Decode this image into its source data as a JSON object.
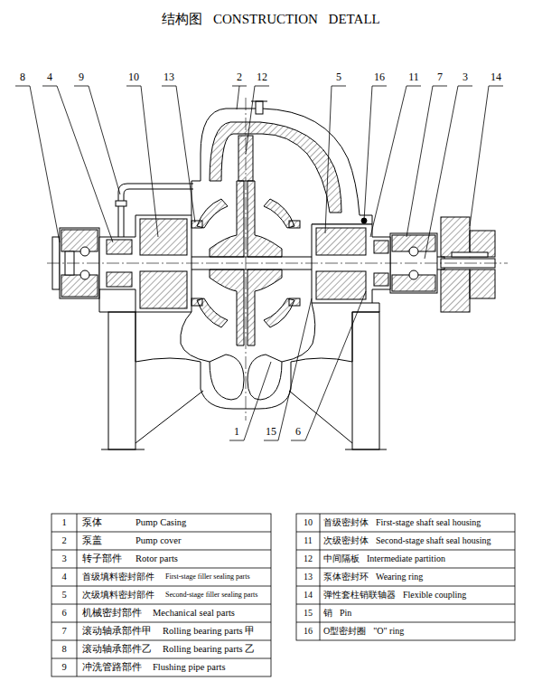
{
  "diagram": {
    "title": "结构图 CONSTRUCTION DETALL",
    "labels": [
      "8",
      "4",
      "9",
      "10",
      "13",
      "2",
      "12",
      "5",
      "16",
      "11",
      "7",
      "3",
      "14",
      "1",
      "15",
      "6",
      "1",
      "泵体",
      "Pump Casing",
      "2",
      "泵盖",
      "Pump cover",
      "3",
      "转子部件",
      "Rotor parts",
      "4",
      "首级填料密封部件",
      "First-stage filler sealing parts",
      "5",
      "次级填料密封部件",
      "Second-stage filler sealing parts",
      "6",
      "机械密封部件",
      "Mechanical seal parts",
      "7",
      "滚动轴承部件甲",
      "Rolling bearing parts 甲",
      "8",
      "滚动轴承部件乙",
      "Rolling bearing parts 乙",
      "9",
      "冲洗管路部件",
      "Flushing pipe parts",
      "10",
      "首级密封体",
      "First-stage shaft seal housing",
      "11",
      "次级密封体",
      "Second-stage shaft seal housing",
      "12",
      "中间隔板",
      "Intermediate partition",
      "13",
      "泵体密封环",
      "Wearing ring",
      "14",
      "弹性套柱销联轴器",
      "Flexible coupling",
      "15",
      "销",
      "Pin",
      "16",
      "O型密封圈",
      "\"O\" ring"
    ]
  }
}
